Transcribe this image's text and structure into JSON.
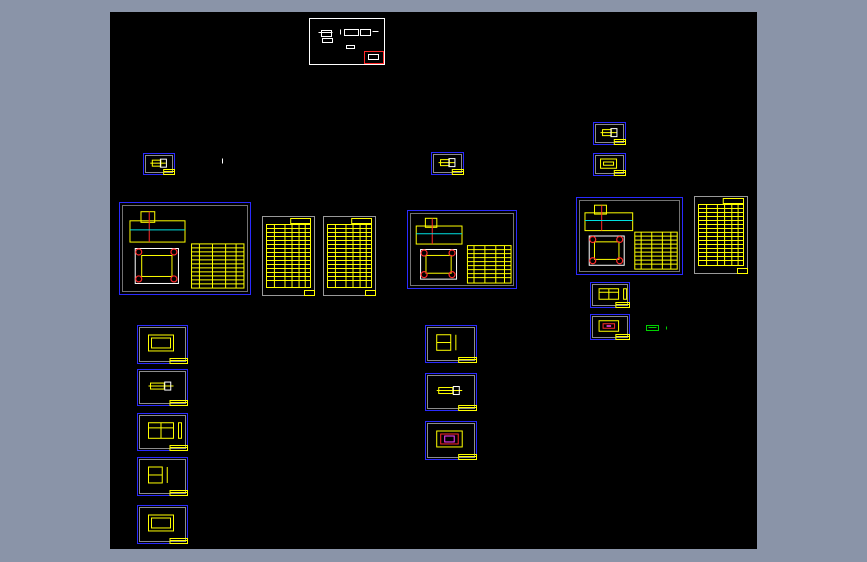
{
  "viewport": {
    "background_color": "#000000",
    "surround_color": "#8a94a8"
  },
  "colors": {
    "frame": "#2a2aff",
    "content": "#ffff00",
    "title_block": "#ffff00",
    "highlight_red": "#ff2a2a",
    "white": "#ffffff",
    "green": "#00d200",
    "cyan": "#00e0e0",
    "magenta": "#ff40ff"
  },
  "sheet_layout_groups": [
    {
      "name": "cover-sheet-group"
    },
    {
      "name": "left-column-group"
    },
    {
      "name": "middle-column-group"
    },
    {
      "name": "right-column-group"
    }
  ]
}
